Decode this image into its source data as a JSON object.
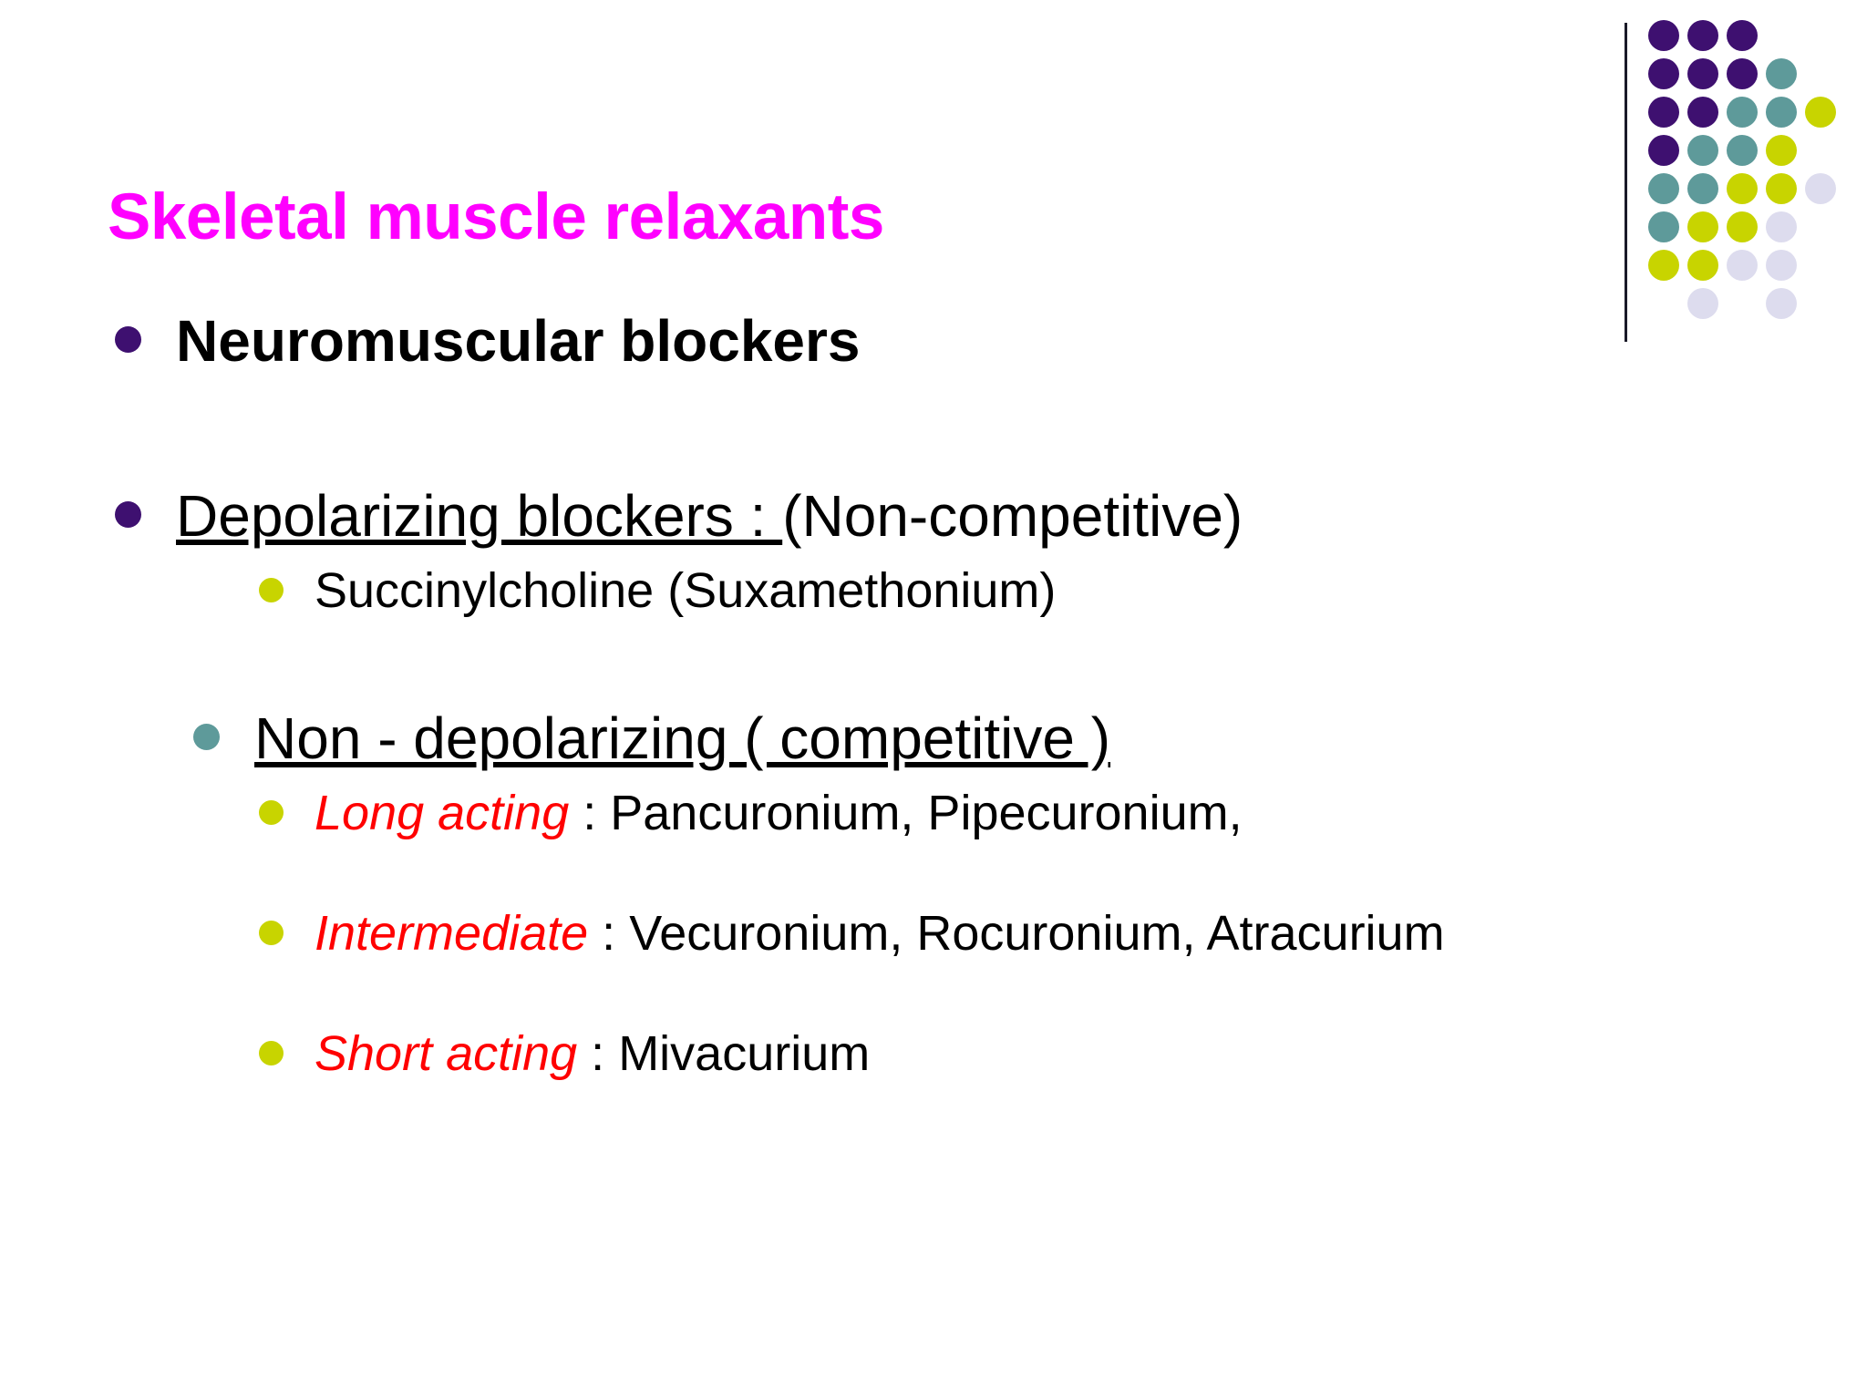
{
  "slide": {
    "title": "Skeletal muscle relaxants",
    "title_color": "#FF00FF",
    "background": "#FFFFFF"
  },
  "palette": {
    "purple": "#3E1070",
    "teal": "#5E9A9A",
    "yellow": "#C8D400",
    "lavender": "#DDDCEE",
    "red": "#FF0000",
    "black": "#000000",
    "magenta": "#FF00FF"
  },
  "corner_motif": {
    "rule_color": "#1A1A28",
    "rows": [
      [
        "purple",
        "purple",
        "purple"
      ],
      [
        "purple",
        "purple",
        "purple",
        "teal"
      ],
      [
        "purple",
        "purple",
        "teal",
        "teal",
        "yellow"
      ],
      [
        "purple",
        "teal",
        "teal",
        "yellow"
      ],
      [
        "teal",
        "teal",
        "yellow",
        "yellow",
        "lavender"
      ],
      [
        "teal",
        "yellow",
        "yellow",
        "lavender"
      ],
      [
        "yellow",
        "yellow",
        "lavender",
        "lavender"
      ],
      [
        "blank",
        "lavender",
        "blank",
        "lavender"
      ]
    ]
  },
  "body": {
    "heading": "Neuromuscular blockers",
    "depolarizing": {
      "underlined": "Depolarizing blockers : ",
      "plain": "(Non-competitive)",
      "items": [
        "Succinylcholine (Suxamethonium)"
      ]
    },
    "non_depolarizing": {
      "underlined": "Non - depolarizing ( competitive )",
      "items": [
        {
          "label": "Long acting",
          "separator": " : ",
          "drugs": "Pancuronium, Pipecuronium,"
        },
        {
          "label": "Intermediate",
          "separator": " : ",
          "drugs": "Vecuronium, Rocuronium, Atracurium"
        },
        {
          "label": "Short acting",
          "separator": " : ",
          "drugs": "Mivacurium"
        }
      ]
    }
  }
}
